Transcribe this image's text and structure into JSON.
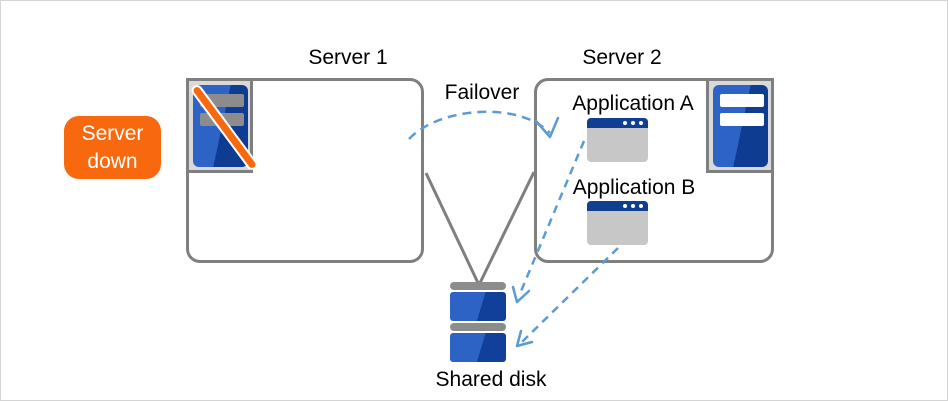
{
  "labels": {
    "server1": "Server 1",
    "server2": "Server 2",
    "failover": "Failover",
    "application_a": "Application A",
    "application_b": "Application B",
    "shared_disk": "Shared disk",
    "server_down": "Server down"
  },
  "icons": {
    "server1": "server-down-icon (blue server with orange slash)",
    "server2": "server-icon (blue server, white bars)",
    "application_a": "app-window-icon",
    "application_b": "app-window-icon",
    "shared_disk": "disk-stack-icon"
  },
  "colors": {
    "server_blue": "#2e63c6",
    "server_blue_dark": "#0e3c90",
    "window_title_blue": "#103e91",
    "alert_orange": "#f8690f",
    "arrow_blue": "#5b9bd5",
    "line_gray": "#7f7f7f",
    "panel_gray": "#d9d9d9",
    "inactive_bar_gray": "#8c8c8c"
  }
}
